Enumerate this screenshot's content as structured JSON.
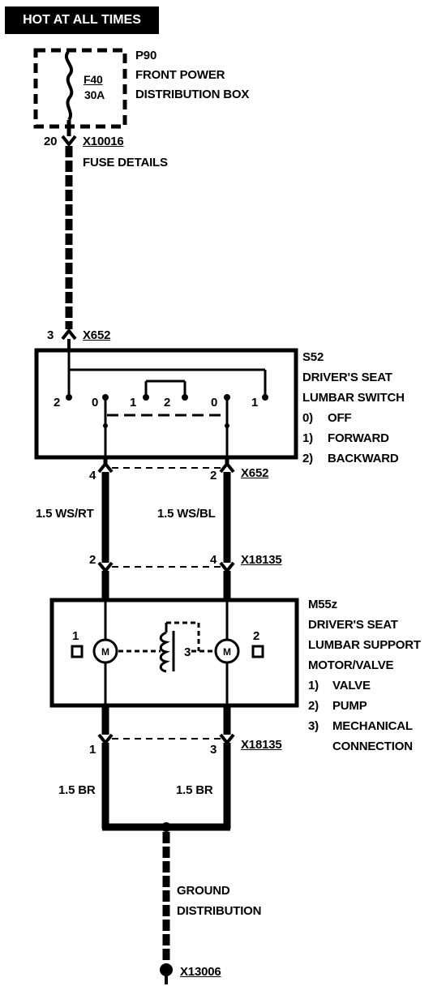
{
  "banner": "HOT AT ALL TIMES",
  "fuse_box": {
    "ref": "P90",
    "name_line1": "FRONT POWER",
    "name_line2": "DISTRIBUTION BOX",
    "fuse_id": "F40",
    "fuse_rating": "30A",
    "pin": "20",
    "connector": "X10016",
    "note": "FUSE DETAILS"
  },
  "switch": {
    "ref": "S52",
    "name_line1": "DRIVER'S SEAT",
    "name_line2": "LUMBAR SWITCH",
    "states": [
      {
        "num": "0)",
        "label": "OFF"
      },
      {
        "num": "1)",
        "label": "FORWARD"
      },
      {
        "num": "2)",
        "label": "BACKWARD"
      }
    ],
    "contacts": [
      "2",
      "0",
      "1",
      "2",
      "0",
      "1"
    ],
    "connector_top": "X652",
    "pin_top": "3",
    "connector_bottom": "X652",
    "pin_left": "4",
    "pin_right": "2"
  },
  "wires_upper": {
    "left": "1.5 WS/RT",
    "right": "1.5 WS/BL"
  },
  "connector_mid": {
    "id": "X18135",
    "pin_left": "2",
    "pin_right": "4"
  },
  "motor": {
    "ref": "M55z",
    "name_line1": "DRIVER'S SEAT",
    "name_line2": "LUMBAR SUPPORT",
    "name_line3": "MOTOR/VALVE",
    "left_label": "1",
    "right_label": "2",
    "mech_label": "3",
    "motor_symbol": "M",
    "legend": [
      {
        "num": "1)",
        "label": "VALVE"
      },
      {
        "num": "2)",
        "label": "PUMP"
      },
      {
        "num": "3)",
        "label": "MECHANICAL"
      },
      {
        "num": "",
        "label": "CONNECTION"
      }
    ]
  },
  "connector_low": {
    "id": "X18135",
    "pin_left": "1",
    "pin_right": "3"
  },
  "wires_lower": {
    "left": "1.5 BR",
    "right": "1.5 BR"
  },
  "ground": {
    "line1": "GROUND",
    "line2": "DISTRIBUTION",
    "connector": "X13006"
  }
}
